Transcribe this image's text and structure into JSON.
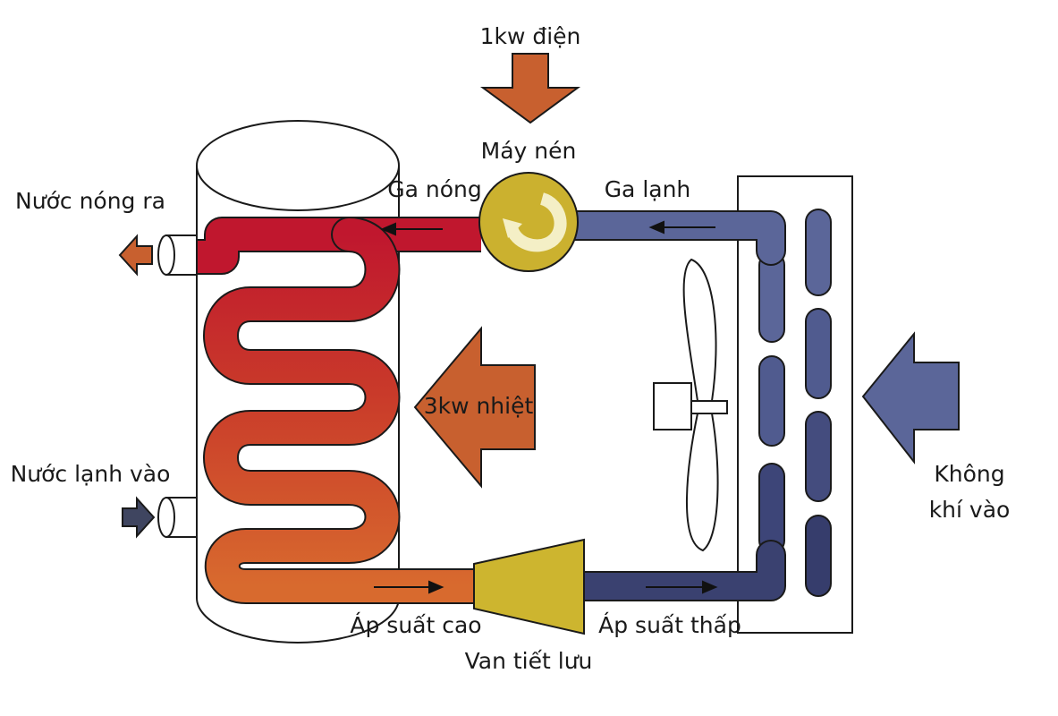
{
  "labels": {
    "power_input": "1kw điện",
    "compressor": "Máy nén",
    "hot_gas": "Ga nóng",
    "cold_gas": "Ga lạnh",
    "hot_water_out": "Nước nóng ra",
    "cold_water_in": "Nước lạnh vào",
    "heat_output": "3kw nhiệt",
    "air_in_line1": "Không",
    "air_in_line2": "khí vào",
    "high_pressure": "Áp suất cao",
    "low_pressure": "Áp suất thấp",
    "expansion_valve": "Van tiết lưu"
  },
  "colors": {
    "orange_arrow": "#c8602f",
    "hot_red": "#c0172e",
    "warm_orange": "#d4612c",
    "cold_blue": "#5b6699",
    "dark_blue": "#3a4170",
    "compressor_yellow": "#cbb12f",
    "valve_yellow": "#cdb52f",
    "outline": "#1a1a1a"
  }
}
